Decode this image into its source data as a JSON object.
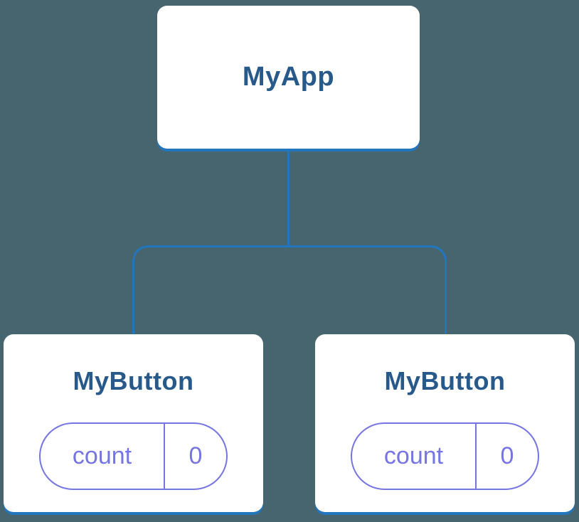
{
  "tree": {
    "root": {
      "label": "MyApp"
    },
    "children": [
      {
        "label": "MyButton",
        "state": {
          "key": "count",
          "value": "0"
        }
      },
      {
        "label": "MyButton",
        "state": {
          "key": "count",
          "value": "0"
        }
      }
    ]
  },
  "colors": {
    "background": "#47656F",
    "node_text": "#27598A",
    "connector": "#2176BD",
    "state_accent": "#7575E4",
    "card_background": "#FFFFFF"
  }
}
